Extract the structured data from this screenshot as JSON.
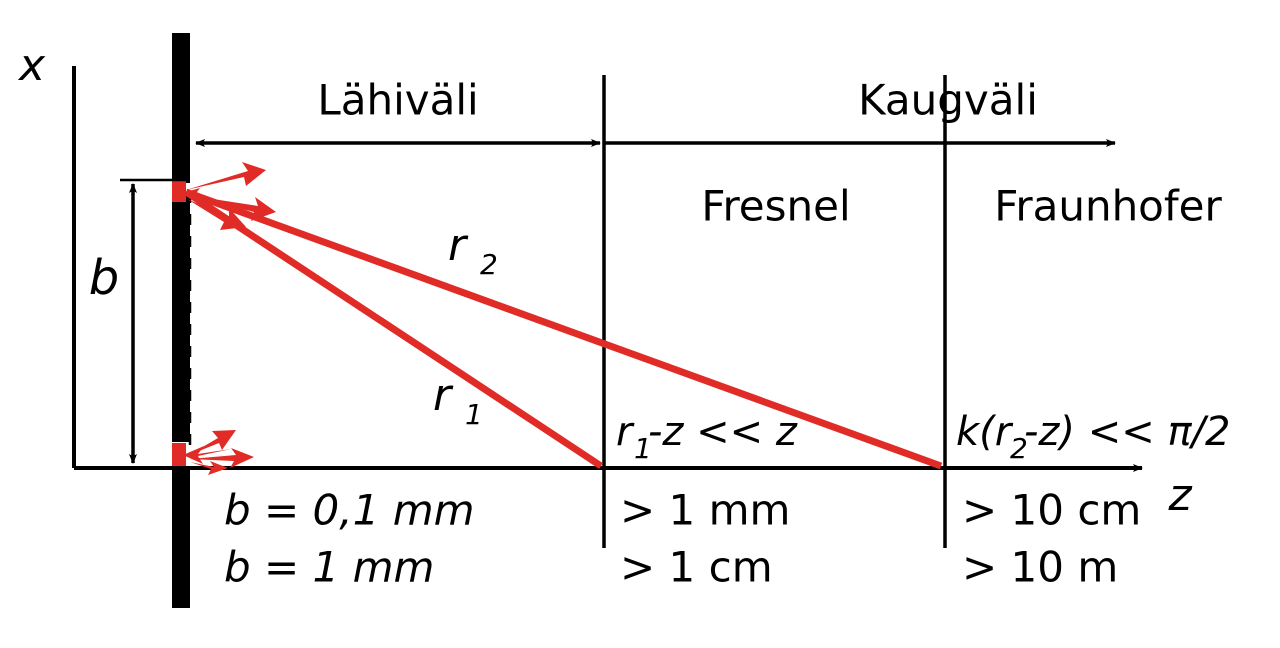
{
  "figure": {
    "title_axis_x": "x",
    "title_axis_z": "z",
    "aperture_label": "b",
    "regions": {
      "near_field": "Lähiväli",
      "far_field": "Kaugväli",
      "fresnel": "Fresnel",
      "fraunhofer": "Fraunhofer"
    },
    "rays": {
      "r1_label": "r",
      "r1_sub": "1",
      "r2_label": "r",
      "r2_sub": "2"
    },
    "conditions": {
      "fresnel_condition_pre": "r",
      "fresnel_condition_sub": "1",
      "fresnel_condition_post": "-z << z",
      "fraunhofer_condition_pre": "k(r",
      "fraunhofer_condition_sub": "2",
      "fraunhofer_condition_post": "-z) << π/2"
    },
    "table": {
      "slit_widths": [
        "b = 0,1 mm",
        "b = 1 mm"
      ],
      "fresnel_distances": [
        "> 1 mm",
        "> 1 cm"
      ],
      "fraunhofer_distances": [
        "> 10 cm",
        "> 10 m"
      ]
    },
    "colors": {
      "ray_red": "#E02B26",
      "line_black": "#000000",
      "background": "#FFFFFF"
    }
  }
}
